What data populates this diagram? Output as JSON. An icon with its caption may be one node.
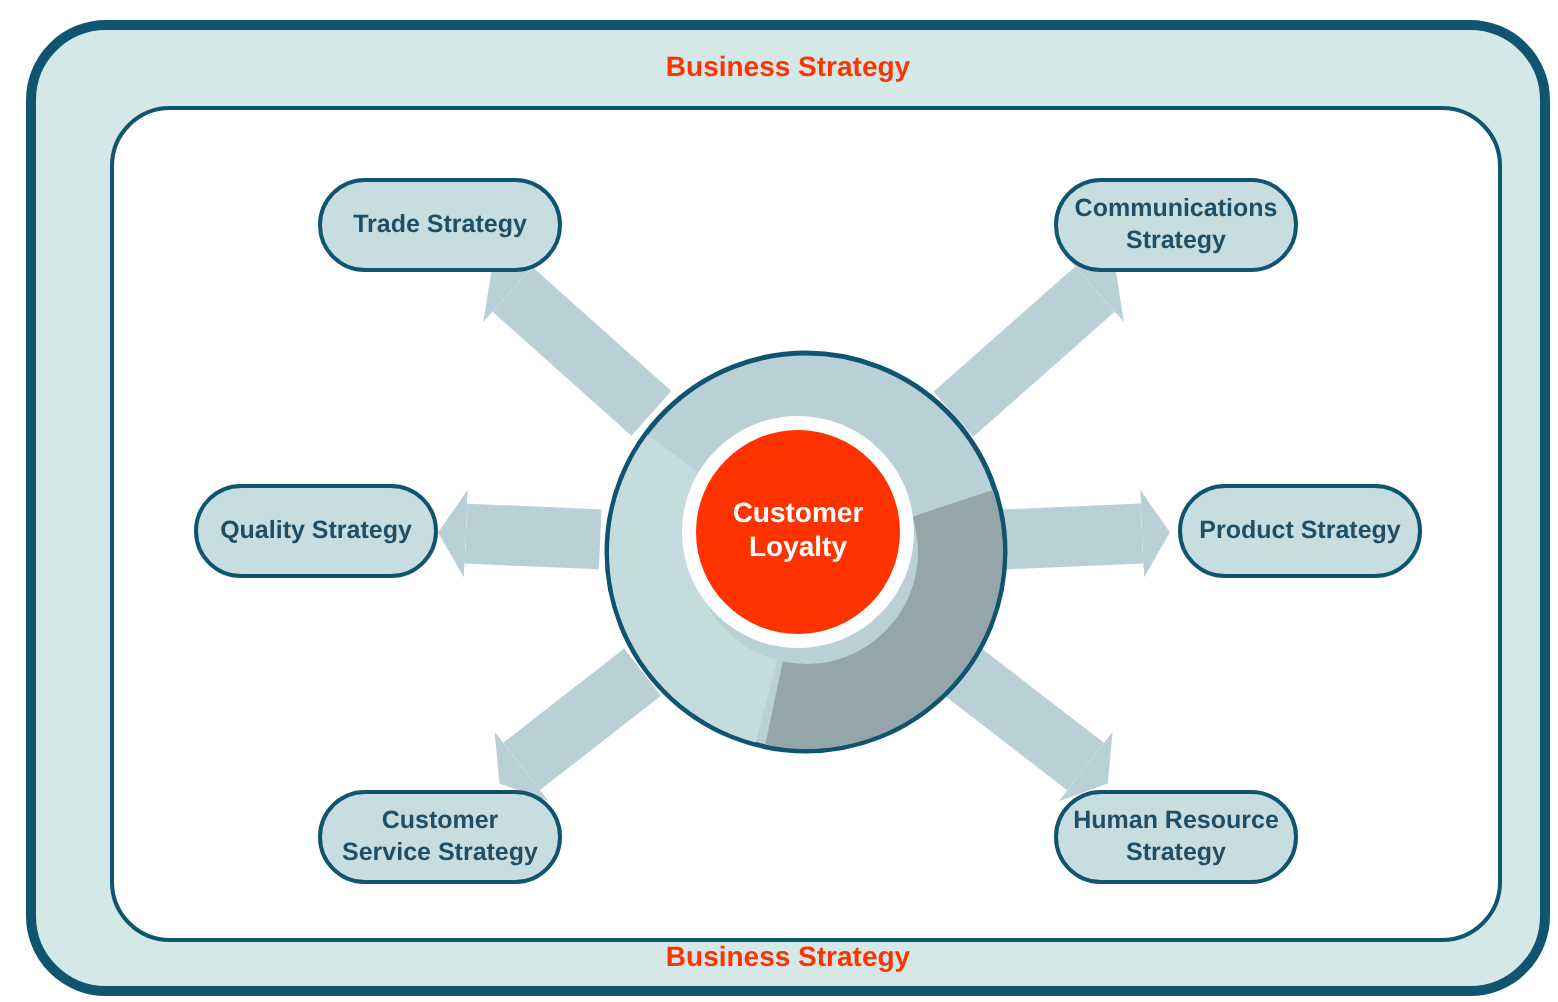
{
  "diagram": {
    "nodes": [
      {
        "text": [
          "Business Strategy",
          "Business Strategy"
        ]
      },
      {
        "text": [],
        "shape": "box",
        "in": 0
      },
      {
        "text": [
          "Customer Loyalty"
        ],
        "in": 1
      },
      {
        "text": [
          "Trade Strategy"
        ],
        "in": 1
      },
      {
        "text": [
          "Communications Strategy"
        ],
        "in": 1
      },
      {
        "text": [
          "Quality Strategy"
        ],
        "in": 1
      },
      {
        "text": [
          "Product Strategy"
        ],
        "in": 1
      },
      {
        "text": [
          "Customer Service Strategy"
        ],
        "in": 1
      },
      {
        "text": [
          "Human Resource Strategy"
        ],
        "in": 1
      }
    ],
    "edges": [
      {
        "from": 2,
        "to": 3,
        "arrow": "to"
      },
      {
        "from": 2,
        "to": 4,
        "arrow": "to"
      },
      {
        "from": 2,
        "to": 5,
        "arrow": "to"
      },
      {
        "from": 2,
        "to": 6,
        "arrow": "to"
      },
      {
        "from": 2,
        "to": 7,
        "arrow": "to"
      },
      {
        "from": 2,
        "to": 8,
        "arrow": "to"
      }
    ]
  }
}
